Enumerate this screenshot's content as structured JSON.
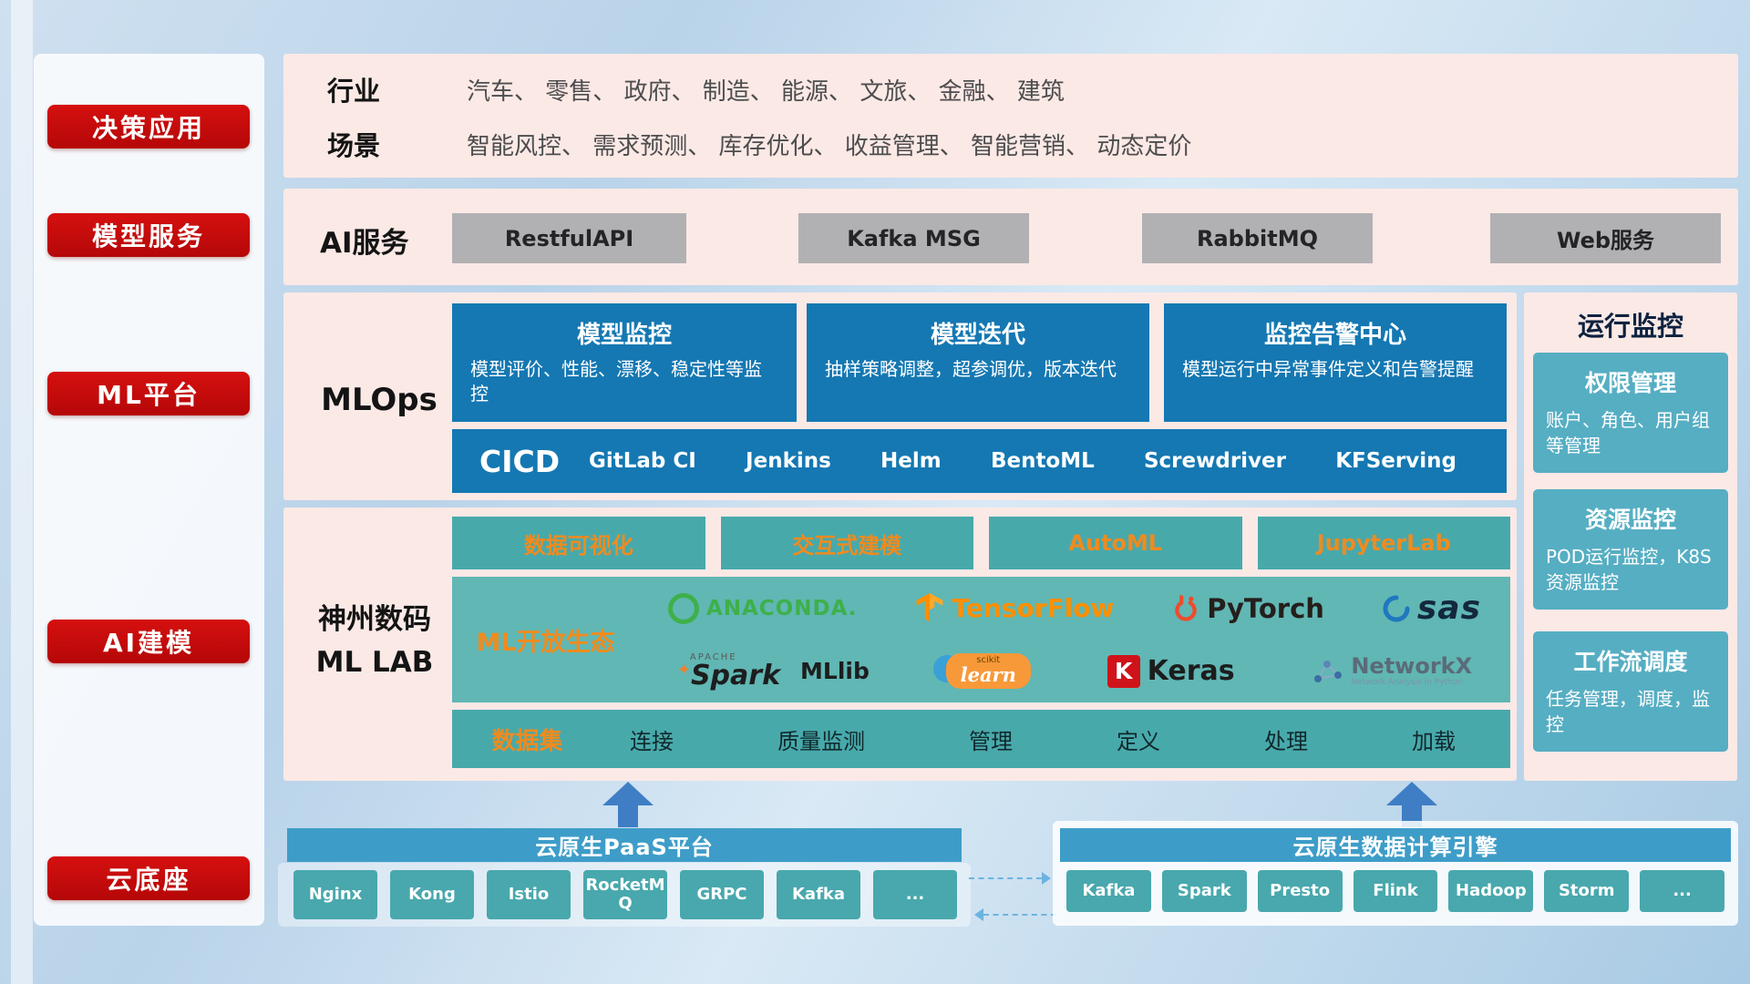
{
  "sidebar": {
    "items": [
      "决策应用",
      "模型服务",
      "ML平台",
      "AI建模",
      "云底座"
    ]
  },
  "industry": {
    "row1_label": "行业",
    "row1_text": "汽车、 零售、 政府、 制造、 能源、 文旅、 金融、 建筑",
    "row2_label": "场景",
    "row2_text": "智能风控、 需求预测、 库存优化、 收益管理、 智能营销、 动态定价"
  },
  "ai_service": {
    "label": "AI服务",
    "buttons": [
      "RestfulAPI",
      "Kafka MSG",
      "RabbitMQ",
      "Web服务"
    ]
  },
  "mlops": {
    "label": "MLOps",
    "cards": [
      {
        "title": "模型监控",
        "desc": "模型评价、性能、漂移、稳定性等监控"
      },
      {
        "title": "模型迭代",
        "desc": "抽样策略调整，超参调优，版本迭代"
      },
      {
        "title": "监控告警中心",
        "desc": "模型运行中异常事件定义和告警提醒"
      }
    ],
    "cicd_label": "CICD",
    "cicd_items": [
      "GitLab CI",
      "Jenkins",
      "Helm",
      "BentoML",
      "Screwdriver",
      "KFServing"
    ]
  },
  "mllab": {
    "label_line1": "神州数码",
    "label_line2": "ML LAB",
    "tools": [
      "数据可视化",
      "交互式建模",
      "AutoML",
      "JupyterLab"
    ],
    "eco_label": "ML开放生态",
    "logos": {
      "anaconda": "ANACONDA.",
      "tensorflow": "TensorFlow",
      "pytorch": "PyTorch",
      "sas": "sas",
      "spark_top": "APACHE",
      "spark_star": "✦",
      "spark": "Spark",
      "mllib": "MLlib",
      "sklearn_top": "scikit",
      "sklearn": "learn",
      "keras_letter": "K",
      "keras": "Keras",
      "networkx": "NetworkX",
      "networkx_sub": "Network Analysis in Python"
    },
    "dataset_label": "数据集",
    "dataset_items": [
      "连接",
      "质量监测",
      "管理",
      "定义",
      "处理",
      "加载"
    ]
  },
  "monitor": {
    "title": "运行监控",
    "cards": [
      {
        "title": "权限管理",
        "desc": "账户、角色、用户组等管理"
      },
      {
        "title": "资源监控",
        "desc": "POD运行监控，K8S资源监控"
      },
      {
        "title": "工作流调度",
        "desc": "任务管理，调度，监控"
      }
    ]
  },
  "bottom": {
    "paas_title": "云原生PaaS平台",
    "paas_items": [
      "Nginx",
      "Kong",
      "Istio",
      "RocketMQ",
      "GRPC",
      "Kafka",
      "..."
    ],
    "engine_title": "云原生数据计算引擎",
    "engine_items": [
      "Kafka",
      "Spark",
      "Presto",
      "Flink",
      "Hadoop",
      "Storm",
      "..."
    ]
  },
  "colors": {
    "red": "#c50b0e",
    "pink": "#fbe9e6",
    "blue": "#1578b2",
    "teal": "#48a9ab",
    "orange": "#ef8b1f",
    "bar_blue": "#3e9dc8"
  }
}
